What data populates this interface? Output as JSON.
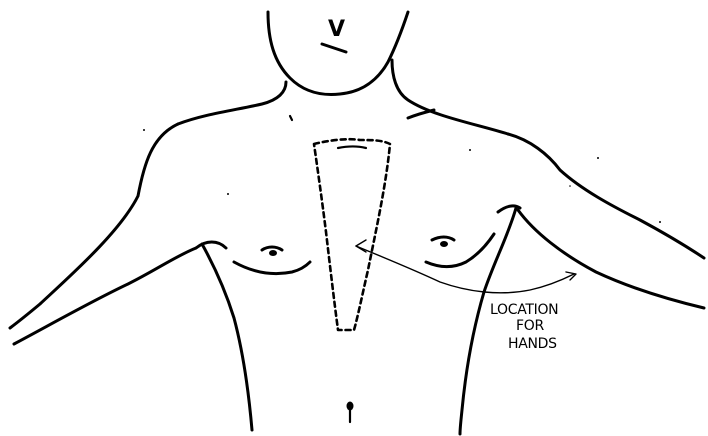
{
  "diagram": {
    "mark_letter": "V",
    "callout": {
      "line1": "LOCATION",
      "line2": "FOR",
      "line3": "HANDS"
    },
    "colors": {
      "ink": "#000000",
      "background": "#ffffff"
    }
  }
}
